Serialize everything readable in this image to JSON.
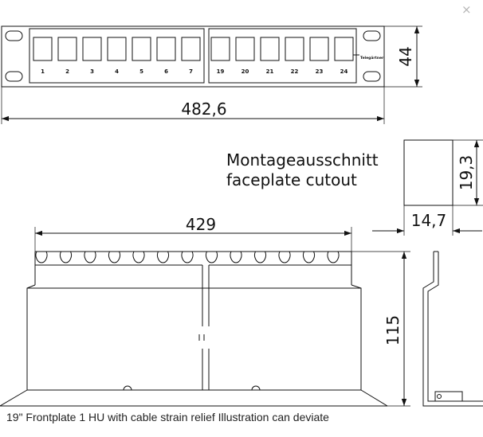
{
  "front_view": {
    "port_numbers_left": [
      "1",
      "2",
      "3",
      "4",
      "5",
      "6",
      "7"
    ],
    "port_numbers_right": [
      "19",
      "20",
      "21",
      "22",
      "23",
      "24"
    ],
    "brand": "Telegärtner",
    "height_dim": "44",
    "width_dim": "482,6"
  },
  "cutout": {
    "title_de": "Montageausschnitt",
    "title_en": "faceplate cutout",
    "height_dim": "19,3",
    "width_dim": "14,7"
  },
  "strain_relief": {
    "width_dim": "429",
    "height_dim": "115"
  },
  "caption": "19\" Frontplate 1 HU with cable strain relief Illustration can deviate",
  "close_glyph": "×"
}
